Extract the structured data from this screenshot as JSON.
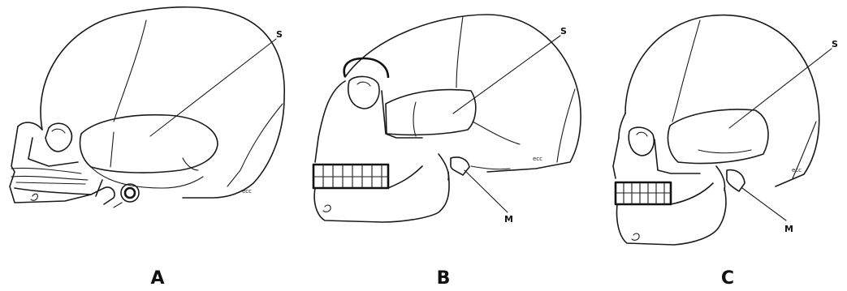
{
  "figure": {
    "panels": [
      {
        "id": "A",
        "label": "A",
        "pointers": [
          {
            "label": "S"
          }
        ]
      },
      {
        "id": "B",
        "label": "B",
        "pointers": [
          {
            "label": "S"
          },
          {
            "label": "M"
          }
        ]
      },
      {
        "id": "C",
        "label": "C",
        "pointers": [
          {
            "label": "S"
          },
          {
            "label": "M"
          }
        ]
      }
    ],
    "artist_initials": "ecc"
  }
}
